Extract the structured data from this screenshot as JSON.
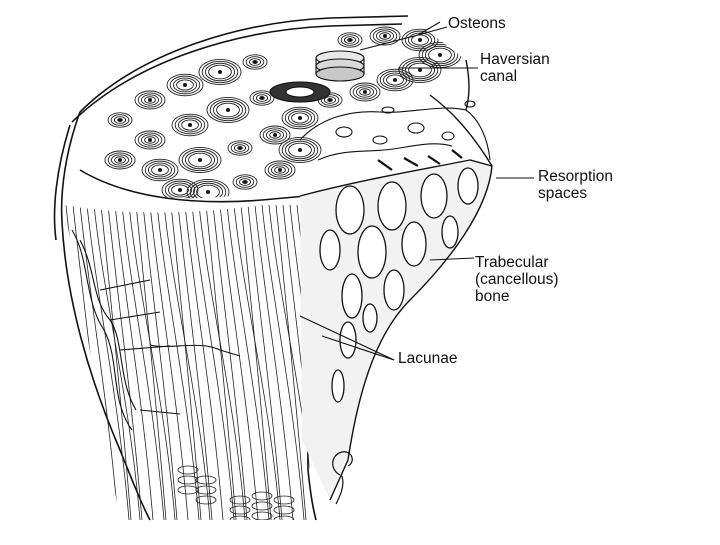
{
  "diagram": {
    "labels": {
      "osteons": "Osteons",
      "haversian": "Haversian\ncanal",
      "resorption": "Resorption\nspaces",
      "trabecular": "Trabecular\n(cancellous)\nbone",
      "lacunae": "Lacunae"
    }
  },
  "colors": {
    "ink": "#111111",
    "paper": "#ffffff",
    "shade": "#cfcfcf"
  }
}
